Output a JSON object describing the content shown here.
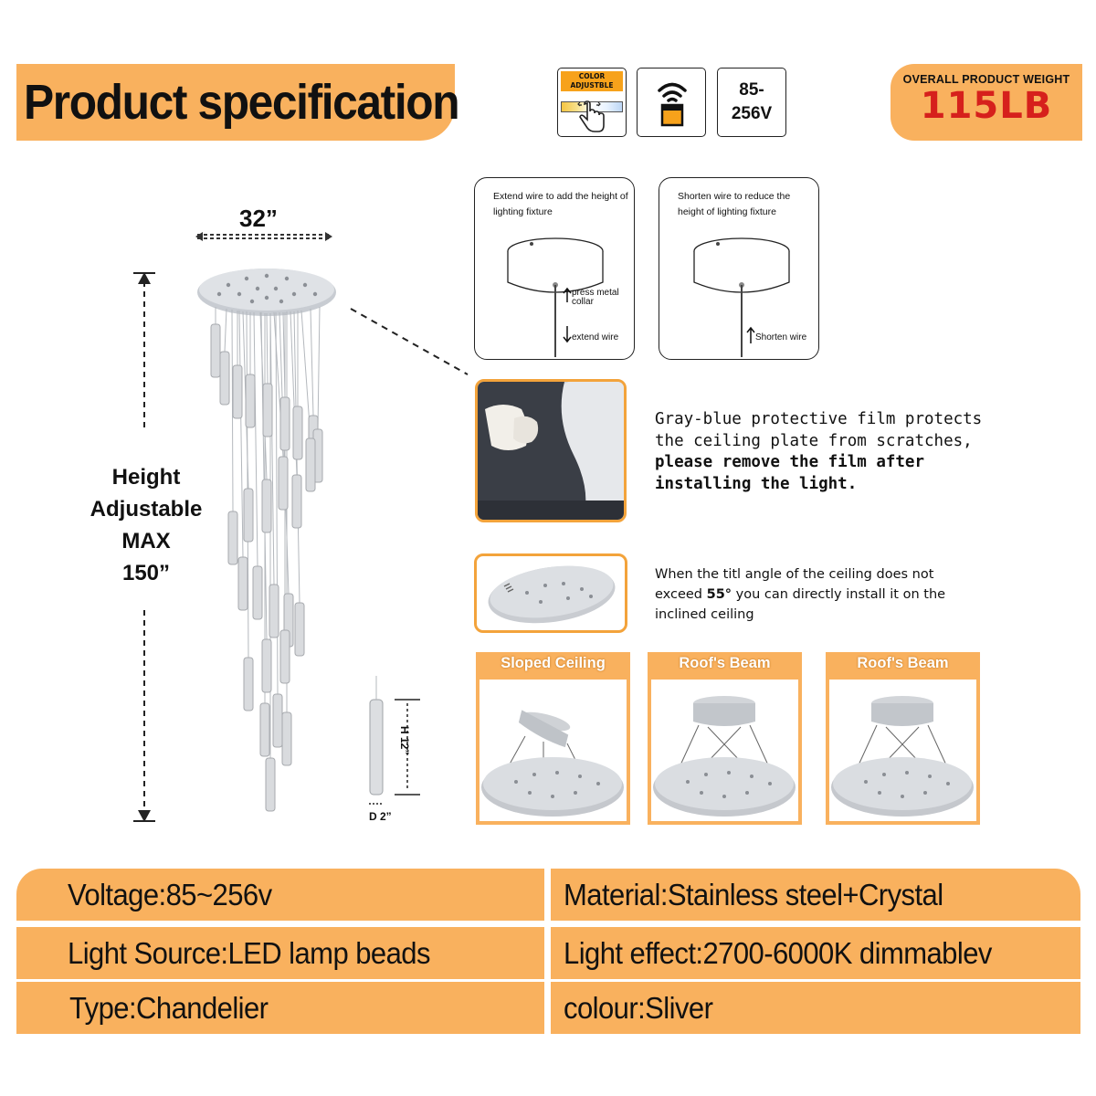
{
  "header": {
    "title": "Product specification",
    "color_badge": "COLOR ADJUSTBLE",
    "voltage_badge": "85-\n256V",
    "weight_label": "OVERALL PRODUCT WEIGHT",
    "weight_value": "115LB"
  },
  "dimensions": {
    "width": "32”",
    "height_line1": "Height",
    "height_line2": "Adjustable",
    "height_line3": "MAX",
    "height_line4": "150”",
    "rod_height": "H 12”",
    "rod_diameter": "D 2”"
  },
  "wire_cards": [
    {
      "text": "Extend wire to add the height of lighting fixture",
      "label_a": "press metal collar",
      "label_b": "extend wire"
    },
    {
      "text": "Shorten wire to reduce the height of lighting fixture",
      "label_b": "Shorten wire"
    }
  ],
  "film_note": {
    "plain": "Gray-blue protective film protects the ceiling plate from scratches, ",
    "bold": "please remove the film after installing the light."
  },
  "tilt_note": {
    "before": "When the titl angle of the ceiling does not exceed ",
    "angle": "55°",
    "after": " you can directly install it on the inclined ceiling"
  },
  "mount_types": [
    "Sloped Ceiling",
    "Roof's Beam",
    "Roof's Beam"
  ],
  "specs": {
    "voltage": "Voltage:85~256v",
    "material": "Material:Stainless steel+Crystal",
    "light_source": "Light Source:LED lamp beads",
    "light_effect": "Light effect:2700-6000K dimmablev",
    "type": "Type:Chandelier",
    "colour": "colour:Sliver"
  },
  "colors": {
    "accent": "#f9b15e",
    "weight_red": "#d6201c",
    "icon_orange": "#f7a21b"
  }
}
